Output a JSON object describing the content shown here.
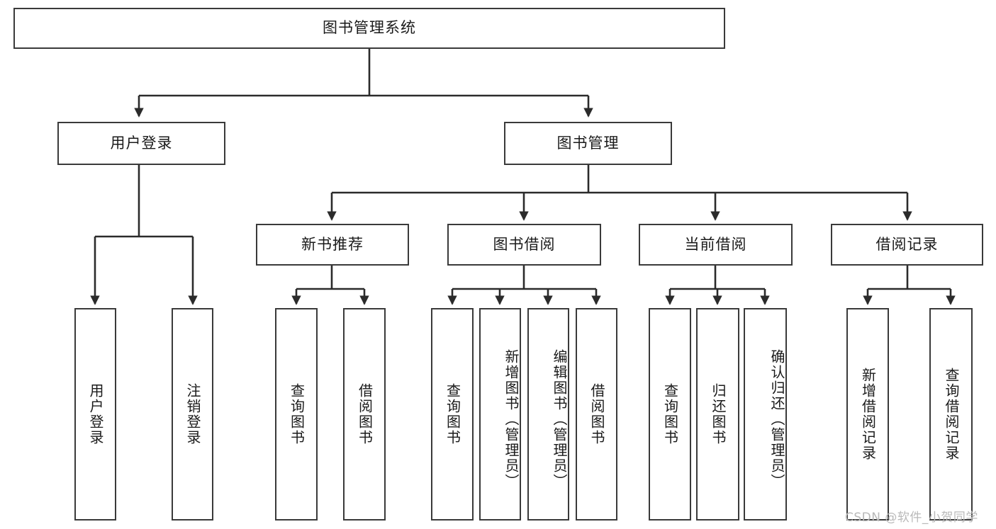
{
  "diagram": {
    "type": "org-chart",
    "title": "图书管理系统",
    "orientation": "top-down",
    "colors": {
      "box_border": "#3a3a3a",
      "box_fill": "#ffffff",
      "edge": "#2b2b2b",
      "text": "#1a1a1a",
      "watermark": "#b9b9b9",
      "background": "#ffffff"
    }
  },
  "nodes": {
    "root": {
      "label": "图书管理系统",
      "level": 0
    },
    "level1": [
      {
        "id": "user-login",
        "label": "用户登录"
      },
      {
        "id": "book-manage",
        "label": "图书管理"
      }
    ],
    "level2": [
      {
        "id": "new-book-rec",
        "label": "新书推荐",
        "parent": "book-manage"
      },
      {
        "id": "book-borrow",
        "label": "图书借阅",
        "parent": "book-manage"
      },
      {
        "id": "current-borrow",
        "label": "当前借阅",
        "parent": "book-manage"
      },
      {
        "id": "borrow-record",
        "label": "借阅记录",
        "parent": "book-manage"
      }
    ],
    "leaves": [
      {
        "id": "leaf-user-login",
        "label": "用户登录",
        "parent": "user-login"
      },
      {
        "id": "leaf-logout",
        "label": "注销登录",
        "parent": "user-login"
      },
      {
        "id": "leaf-query-book-1",
        "label": "查询图书",
        "parent": "new-book-rec"
      },
      {
        "id": "leaf-borrow-book-1",
        "label": "借阅图书",
        "parent": "new-book-rec"
      },
      {
        "id": "leaf-query-book-2",
        "label": "查询图书",
        "parent": "book-borrow"
      },
      {
        "id": "leaf-add-book",
        "label": "新增图书（管理员）",
        "parent": "book-borrow"
      },
      {
        "id": "leaf-edit-book",
        "label": "编辑图书（管理员）",
        "parent": "book-borrow"
      },
      {
        "id": "leaf-borrow-book-2",
        "label": "借阅图书",
        "parent": "book-borrow"
      },
      {
        "id": "leaf-query-book-3",
        "label": "查询图书",
        "parent": "current-borrow"
      },
      {
        "id": "leaf-return-book",
        "label": "归还图书",
        "parent": "current-borrow"
      },
      {
        "id": "leaf-confirm-return",
        "label": "确认归还（管理员）",
        "parent": "current-borrow"
      },
      {
        "id": "leaf-add-record",
        "label": "新增借阅记录",
        "parent": "borrow-record"
      },
      {
        "id": "leaf-query-record",
        "label": "查询借阅记录",
        "parent": "borrow-record"
      }
    ]
  },
  "watermark": {
    "text": "CSDN @软件_小贺同学"
  }
}
